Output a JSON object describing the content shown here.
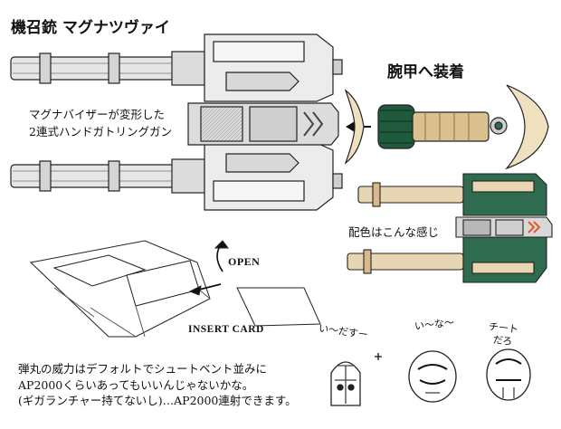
{
  "title": "機召銃 マグナツヴァイ",
  "arm_label": "腕甲へ装着",
  "description": "マグナバイザーが変形した\n2連式ハンドガトリングガン",
  "color_note": "配色はこんな感じ",
  "open_label": "OPEN",
  "insert_card_label": "INSERT CARD",
  "note": "弾丸の威力はデフォルトでシュートベント並みに\nAP2000くらいあってもいいんじゃないかな。\n(ギガランチャー持てないし)…AP2000連射できます。",
  "sfx": {
    "left": "い〜だすー",
    "middle": "い〜な〜",
    "right_top": "チート",
    "right_bottom": "だろ"
  },
  "colors": {
    "green": "#2f6b4f",
    "beige": "#d7b98d",
    "chevron": "#e05a2a",
    "grey": "#e9e9e9"
  }
}
